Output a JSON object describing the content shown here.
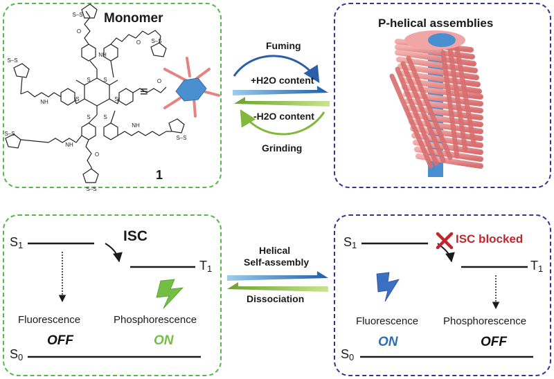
{
  "top_left": {
    "title": "Monomer",
    "equiv": "≡",
    "compound_number": "1"
  },
  "top_right": {
    "title": "P-helical assemblies"
  },
  "top_arrows": {
    "forward_upper": "Fuming",
    "forward_lower": "+H2O content",
    "reverse_upper": "-H2O content",
    "reverse_lower": "Grinding"
  },
  "bottom_arrows": {
    "forward_line1": "Helical",
    "forward_line2": "Self-assembly",
    "reverse": "Dissociation"
  },
  "bottom_left": {
    "s1": "S",
    "s1_sub": "1",
    "t1": "T",
    "t1_sub": "1",
    "s0": "S",
    "s0_sub": "0",
    "isc": "ISC",
    "fluorescence": "Fluorescence",
    "phosphorescence": "Phosphorescence",
    "fluorescence_state": "OFF",
    "phosphorescence_state": "ON"
  },
  "bottom_right": {
    "s1": "S",
    "s1_sub": "1",
    "t1": "T",
    "t1_sub": "1",
    "s0": "S",
    "s0_sub": "0",
    "isc": "ISC blocked",
    "fluorescence": "Fluorescence",
    "phosphorescence": "Phosphorescence",
    "fluorescence_state": "ON",
    "phosphorescence_state": "OFF"
  },
  "colors": {
    "green": "#52b848",
    "navy": "#2f3591",
    "blue": "#2f6db5",
    "red": "#c0272d",
    "pink": "#e48383",
    "hex_blue": "#4a90d0"
  }
}
